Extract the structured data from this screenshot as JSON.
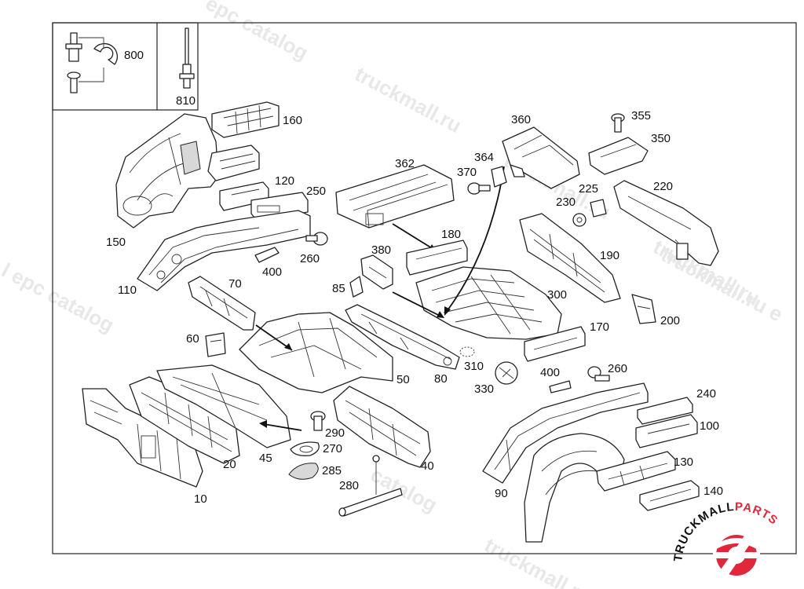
{
  "watermarks": [
    "epc catalog",
    "truckmall.ru",
    "truckmall.ru",
    "l epc catalog",
    "truckmall.ru",
    "truckmall.ru e",
    "catalog",
    "truckmall.ru"
  ],
  "inset_labels": {
    "clip": "800",
    "rivet": "810"
  },
  "part_labels": {
    "p10": "10",
    "p20": "20",
    "p40": "40",
    "p45": "45",
    "p50": "50",
    "p60": "60",
    "p70": "70",
    "p80": "80",
    "p85": "85",
    "p90": "90",
    "p100": "100",
    "p110": "110",
    "p120": "120",
    "p130": "130",
    "p140": "140",
    "p150": "150",
    "p160": "160",
    "p170": "170",
    "p180": "180",
    "p190": "190",
    "p200": "200",
    "p220": "220",
    "p225": "225",
    "p230": "230",
    "p240": "240",
    "p250": "250",
    "p260a": "260",
    "p260b": "260",
    "p270": "270",
    "p280": "280",
    "p285": "285",
    "p290": "290",
    "p300": "300",
    "p310": "310",
    "p330": "330",
    "p350": "350",
    "p355": "355",
    "p360": "360",
    "p362": "362",
    "p364": "364",
    "p370": "370",
    "p380": "380",
    "p400a": "400",
    "p400b": "400"
  },
  "brand": {
    "text": "TRUCKMALL",
    "accent_text": "PARTS",
    "accent_color": "#e0283a",
    "text_color": "#111111"
  }
}
